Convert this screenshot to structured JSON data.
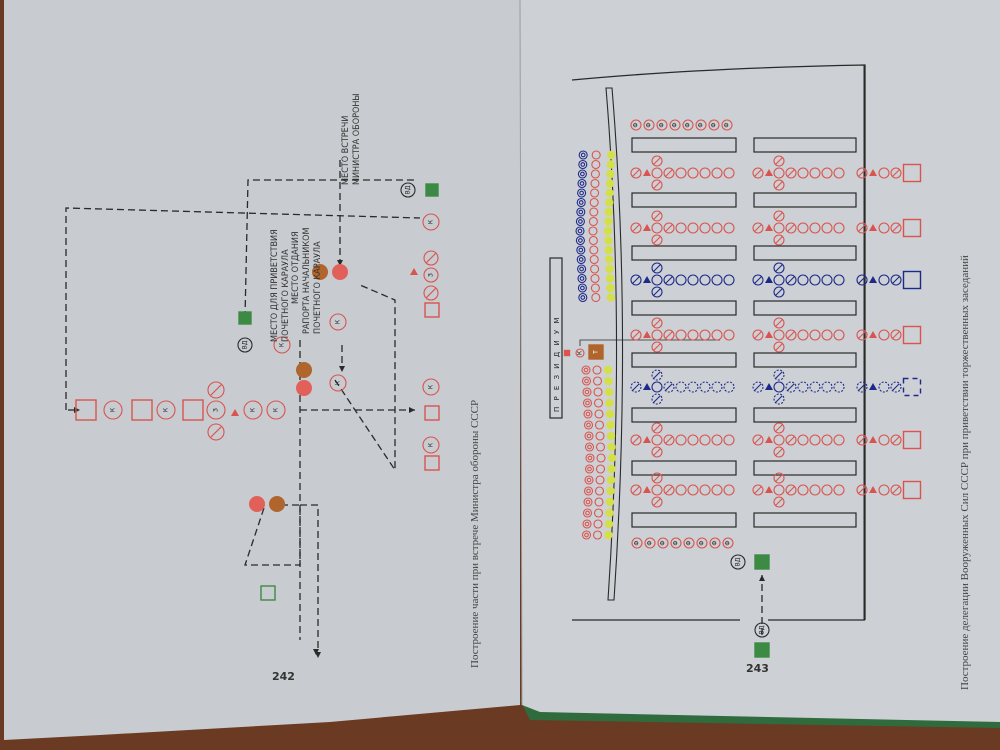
{
  "book": {
    "left_page": {
      "page_number": "242",
      "caption": "Построение части при встрече Министра обороны СССР",
      "labels": {
        "meeting_place": [
          "МЕСТО ВСТРЕЧИ",
          "МИНИСТРА ОБОРОНЫ"
        ],
        "greeting_place": [
          "МЕСТО ДЛЯ ПРИВЕТСТВИЯ",
          "ПОЧЕТНОГО КАРАУЛА"
        ],
        "report_place": [
          "МЕСТО ОТДАНИЯ",
          "РАПОРТА НАЧАЛЬНИКОМ",
          "ПОЧЕТНОГО КАРАУЛА"
        ]
      },
      "symbols": {
        "commander": "К",
        "deputy": "З",
        "vd": "ВД"
      }
    },
    "right_page": {
      "page_number": "243",
      "caption": "Построение делегации Вооруженных Сил СССР при приветствии торжественных заседаний",
      "presidium_label": "П Р Е З И Д И У М",
      "symbols": {
        "vd": "ВД",
        "honor": "Т",
        "commander": "К",
        "row_marker": "Ф"
      },
      "rows": [
        {
          "color": "red",
          "style": "solid"
        },
        {
          "color": "red",
          "style": "solid"
        },
        {
          "color": "blue",
          "style": "solid"
        },
        {
          "color": "red",
          "style": "solid-highlight"
        },
        {
          "color": "blue",
          "style": "dashed"
        },
        {
          "color": "red",
          "style": "solid"
        },
        {
          "color": "red",
          "style": "solid"
        }
      ],
      "top_marker_count": 8,
      "bottom_marker_count": 8
    }
  },
  "colors": {
    "paper": "#c9ccd0",
    "paper_right": "#cdd0d3",
    "red": "#d9544f",
    "blue": "#1e2a8a",
    "green": "#3d8a45",
    "brown": "#b0652d",
    "salmon": "#e2605a",
    "yellow": "#d4e04a",
    "ink": "#2a2a2a",
    "table": "#6b3a22"
  }
}
